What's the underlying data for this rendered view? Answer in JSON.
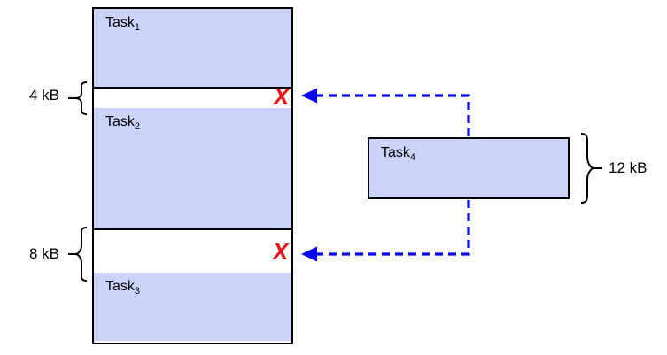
{
  "memory": {
    "blocks": [
      {
        "kind": "task",
        "name": "Task",
        "sub": "1"
      },
      {
        "kind": "gap",
        "size_label": "4 kB"
      },
      {
        "kind": "task",
        "name": "Task",
        "sub": "2"
      },
      {
        "kind": "gap",
        "size_label": "8 kB"
      },
      {
        "kind": "task",
        "name": "Task",
        "sub": "3"
      }
    ]
  },
  "incoming_task": {
    "name": "Task",
    "sub": "4",
    "size_label": "12 kB"
  },
  "icons": {
    "reject_mark": "X"
  },
  "colors": {
    "task_fill": "#CBD3F8",
    "outline": "#000000",
    "arrow_blue": "#0808EE",
    "reject_red": "#EE1111",
    "background": "#FFFFFF"
  }
}
